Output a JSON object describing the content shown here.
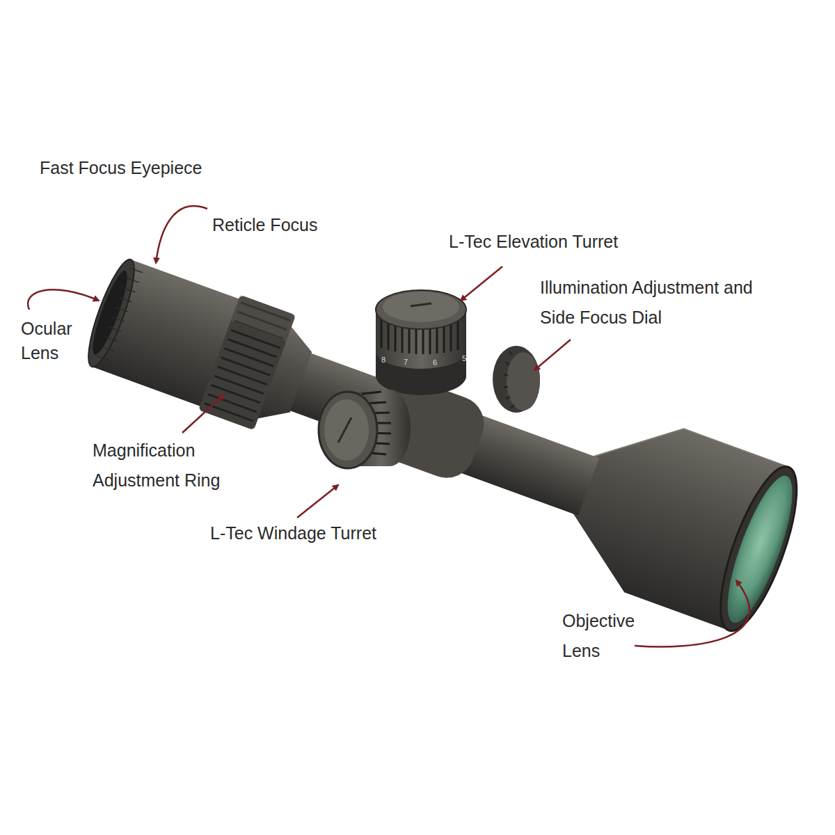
{
  "diagram": {
    "labels": [
      "Fast Focus Eyepiece",
      "Reticle Focus",
      "L-Tec Elevation Turret",
      "Illumination Adjustment and Side Focus Dial",
      "Ocular Lens",
      "Magnification Adjustment Ring",
      "L-Tec Windage Turret",
      "Objective Lens",
      "8",
      "7",
      "6",
      "5"
    ]
  }
}
